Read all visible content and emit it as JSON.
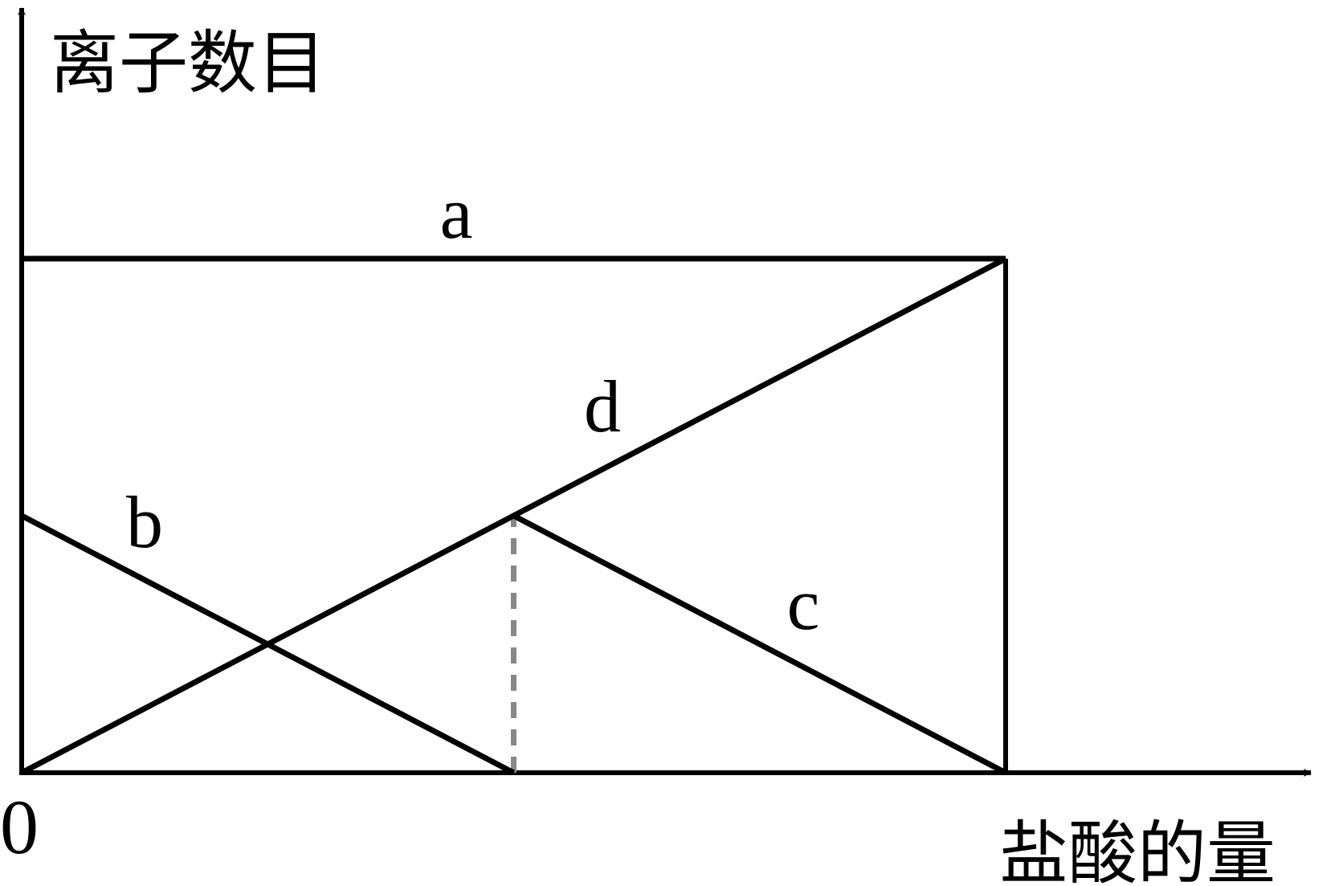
{
  "chart_data": {
    "type": "line",
    "ylabel": "离子数目",
    "xlabel": "盐酸的量",
    "origin_label": "0",
    "grid": false,
    "legend": "none",
    "xlim": [
      0,
      2
    ],
    "ylim": [
      0,
      2
    ],
    "series": [
      {
        "name": "a",
        "color": "#000000",
        "points": [
          [
            0,
            2
          ],
          [
            2,
            2
          ]
        ]
      },
      {
        "name": "b",
        "color": "#000000",
        "points": [
          [
            0,
            1
          ],
          [
            1,
            0
          ]
        ]
      },
      {
        "name": "c",
        "color": "#000000",
        "points": [
          [
            1,
            1
          ],
          [
            2,
            0
          ]
        ]
      },
      {
        "name": "d",
        "color": "#000000",
        "points": [
          [
            0,
            0
          ],
          [
            2,
            2
          ]
        ]
      }
    ],
    "reference_lines": [
      {
        "kind": "vertical-dashed",
        "x": 1,
        "y_range": [
          0,
          1
        ],
        "color": "#888888"
      },
      {
        "kind": "vertical-solid",
        "x": 0,
        "y_range": [
          0,
          2
        ],
        "color": "#000000"
      },
      {
        "kind": "vertical-solid",
        "x": 2,
        "y_range": [
          0,
          2
        ],
        "color": "#000000"
      }
    ]
  }
}
